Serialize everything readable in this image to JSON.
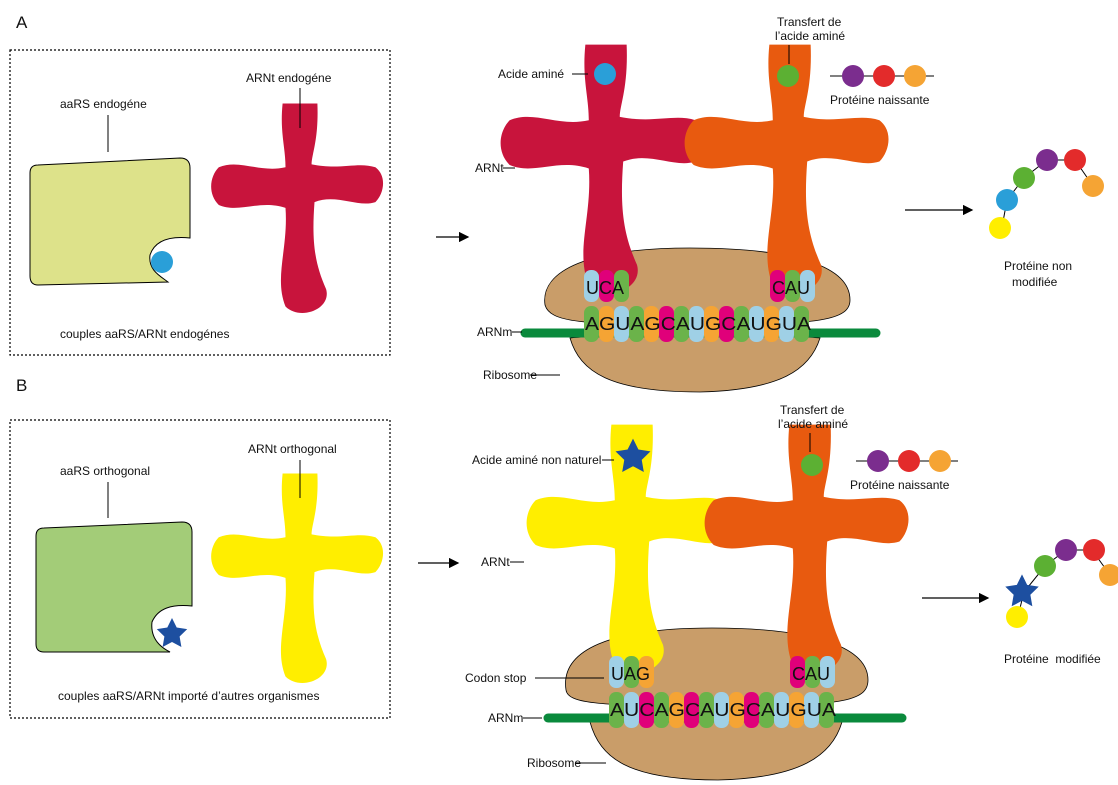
{
  "panel_a": {
    "letter": "A",
    "aars_label": "aaRS endogéne",
    "trna_label": "ARNt endogéne",
    "caption": "couples aaRS/ARNt endogénes",
    "amino_acid_label": "Acide aminé",
    "transfer_label_1": "Transfert de",
    "transfer_label_2": "l’acide aminé",
    "nascent_label": "Protéine naissante",
    "trna_side_label": "ARNt",
    "mrna_label": "ARNm",
    "ribosome_label": "Ribosome",
    "anticodon_left": "UCA",
    "anticodon_right": "CAU",
    "mrna_sequence": "AGUAGCAUGCAUGUA",
    "product_label_1": "Protéine non",
    "product_label_2": "modifiée"
  },
  "panel_b": {
    "letter": "B",
    "aars_label": "aaRS orthogonal",
    "trna_label": "ARNt orthogonal",
    "caption": "couples aaRS/ARNt importé d’autres organismes",
    "amino_acid_label": "Acide aminé non naturel",
    "transfer_label_1": "Transfert de",
    "transfer_label_2": "l’acide aminé",
    "nascent_label": "Protéine naissante",
    "trna_side_label": "ARNt",
    "codon_stop_label": "Codon stop",
    "mrna_label": "ARNm",
    "ribosome_label": "Ribosome",
    "anticodon_left": "UAG",
    "anticodon_right": "CAU",
    "mrna_sequence": "AUCAGCAUGCAUGUA",
    "product_label": "Protéine  modifiée"
  },
  "colors": {
    "trna_endogenous": "#c8143c",
    "trna_orthogonal": "#ffee00",
    "trna_peptidyl": "#e85a0f",
    "aars_endogenous": "#dde28a",
    "aars_orthogonal": "#a3cc78",
    "ribosome": "#c99d69",
    "mrna": "#0a8a3c",
    "aa_blue": "#2a9fd8",
    "aa_green": "#5cb033",
    "aa_purple": "#7b2d8e",
    "aa_red": "#e32b2b",
    "aa_orange": "#f5a434",
    "aa_yellow": "#ffee00",
    "star": "#1d4fa0"
  }
}
